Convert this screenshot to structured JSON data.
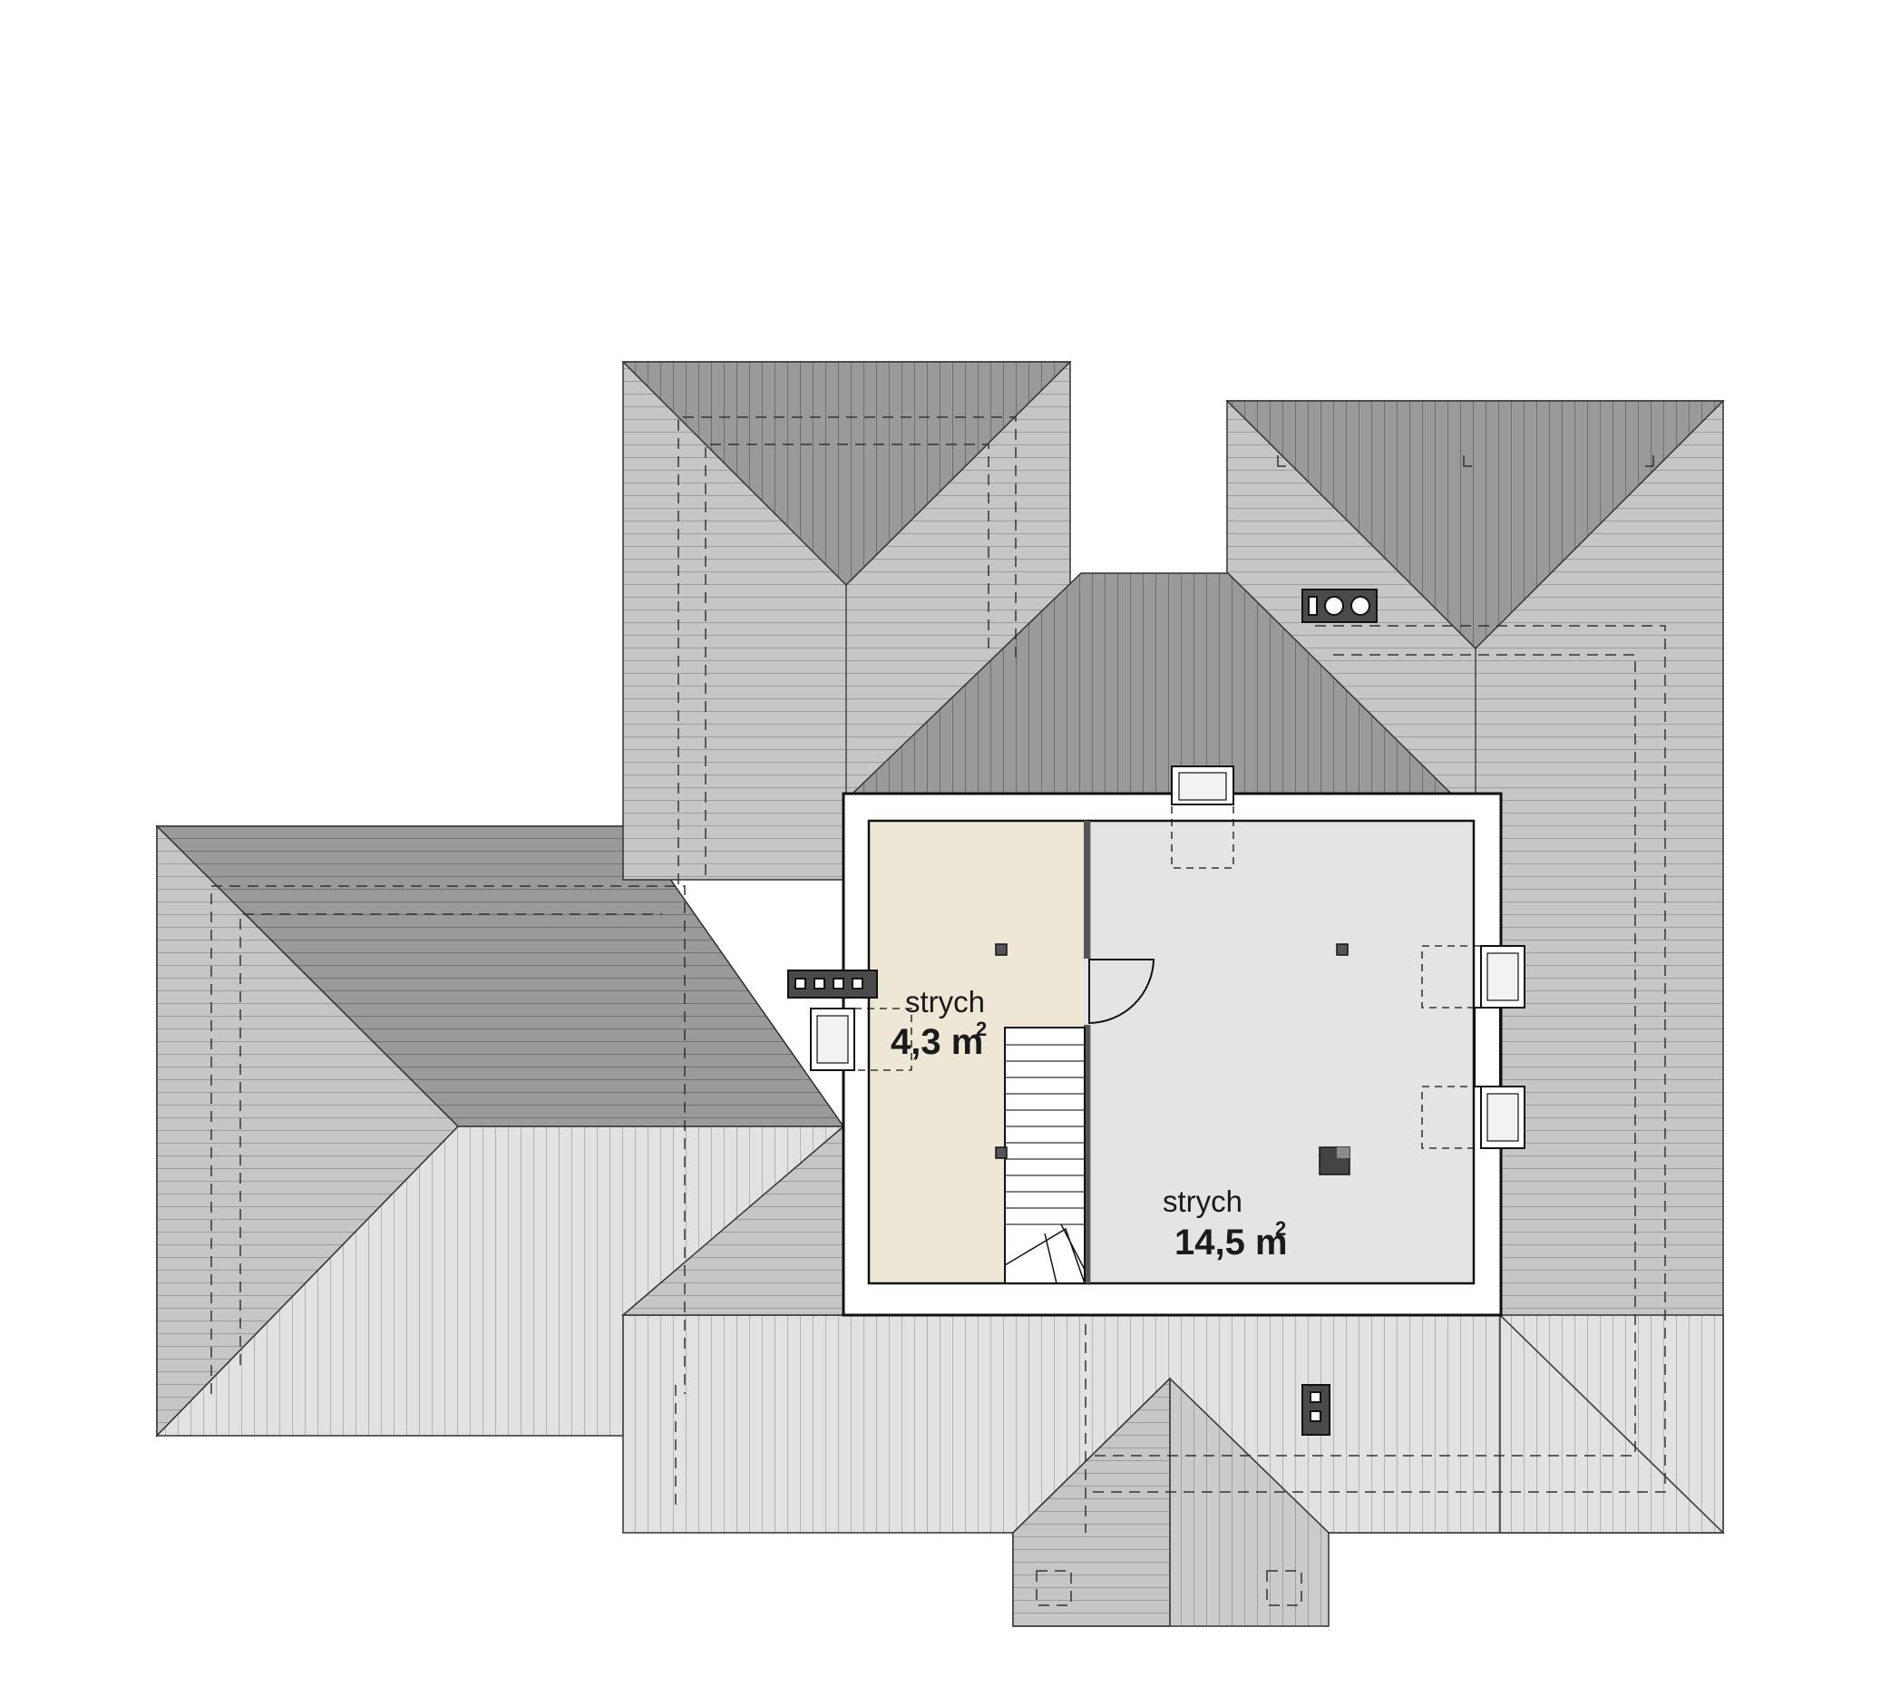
{
  "rooms": [
    {
      "name": "strych",
      "area": "4,3 m",
      "unit_sup": "2",
      "fill": "#efe7d6"
    },
    {
      "name": "strych",
      "area": "14,5 m",
      "unit_sup": "2",
      "fill": "#e4e4e4"
    }
  ],
  "colors": {
    "roof_dark": "#9a9a9b",
    "roof_mid": "#c6c6c6",
    "roof_light": "#e2e2e2",
    "wall": "#ffffff",
    "outline": "#222222",
    "chimney": "#4a4a4a"
  }
}
